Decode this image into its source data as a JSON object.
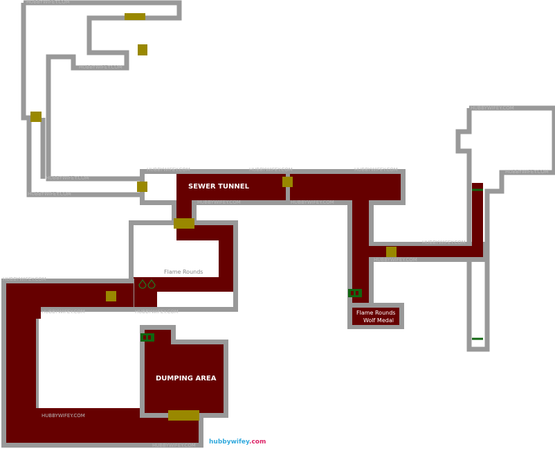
{
  "map": {
    "colors": {
      "wall": "#999999",
      "floor_explored": "#660000",
      "floor_unexplored": "#ffffff",
      "door": "#998800",
      "ladder": "#116611",
      "label_light": "#ffffff",
      "label_dim": "#888888"
    },
    "areas": {
      "sewer_tunnel": "SEWER TUNNEL",
      "dumping_area": "DUMPING AREA"
    },
    "items": {
      "flame_rounds_upper": "Flame Rounds",
      "flame_rounds_right": "Flame Rounds",
      "wolf_medal": "Wolf Medal"
    },
    "watermark": {
      "brand": "hubbywifey",
      "suffix": ".com"
    }
  }
}
